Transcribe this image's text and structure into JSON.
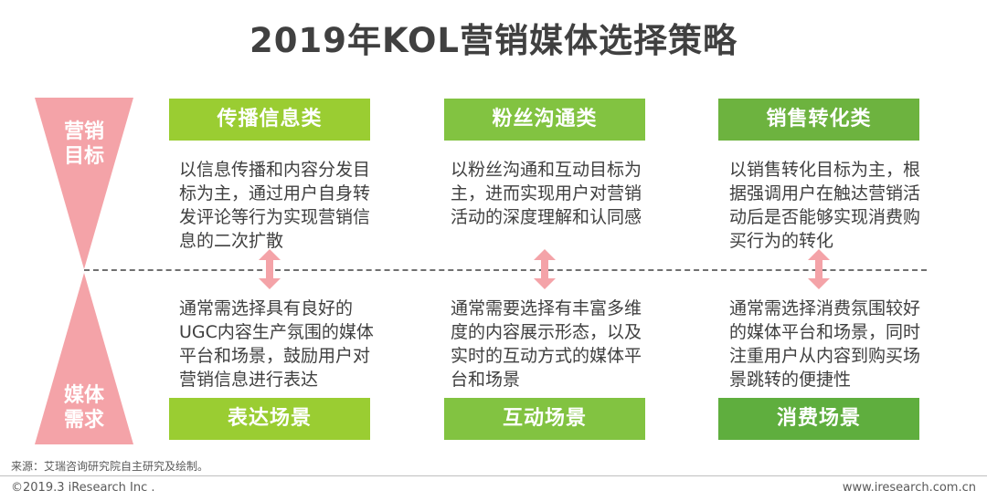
{
  "title": "2019年KOL营销媒体选择策略",
  "left_labels": {
    "top": "营销\n目标",
    "bottom": "媒体\n需求"
  },
  "columns": [
    {
      "header": "传播信息类",
      "header_color": "#9ACD32",
      "goal_text": "以信息传播和内容分发目标为主，通过用户自身转发评论等行为实现营销信息的二次扩散",
      "demand_text": "通常需选择具有良好的UGC内容生产氛围的媒体平台和场景，鼓励用户对营销信息进行表达",
      "footer": "表达场景",
      "footer_color": "#9ACD32"
    },
    {
      "header": "粉丝沟通类",
      "header_color": "#82C341",
      "goal_text": "以粉丝沟通和互动目标为主，进而实现用户对营销活动的深度理解和认同感",
      "demand_text": "通常需要选择有丰富多维度的内容展示形态，以及实时的互动方式的媒体平台和场景",
      "footer": "互动场景",
      "footer_color": "#82C341"
    },
    {
      "header": "销售转化类",
      "header_color": "#6DB33F",
      "goal_text": "以销售转化目标为主，根据强调用户在触达营销活动后是否能够实现消费购买行为的转化",
      "demand_text": "通常需选择消费氛围较好的媒体平台和场景，同时注重用户从内容到购买场景跳转的便捷性",
      "footer": "消费场景",
      "footer_color": "#5FAE3E"
    }
  ],
  "colors": {
    "hourglass": "#F4A3A8",
    "arrow": "#F4A3A8",
    "text": "#404040"
  },
  "source": "来源：艾瑞咨询研究院自主研究及绘制。",
  "copyright": "©2019.3 iResearch Inc .",
  "website": "www.iresearch.com.cn"
}
